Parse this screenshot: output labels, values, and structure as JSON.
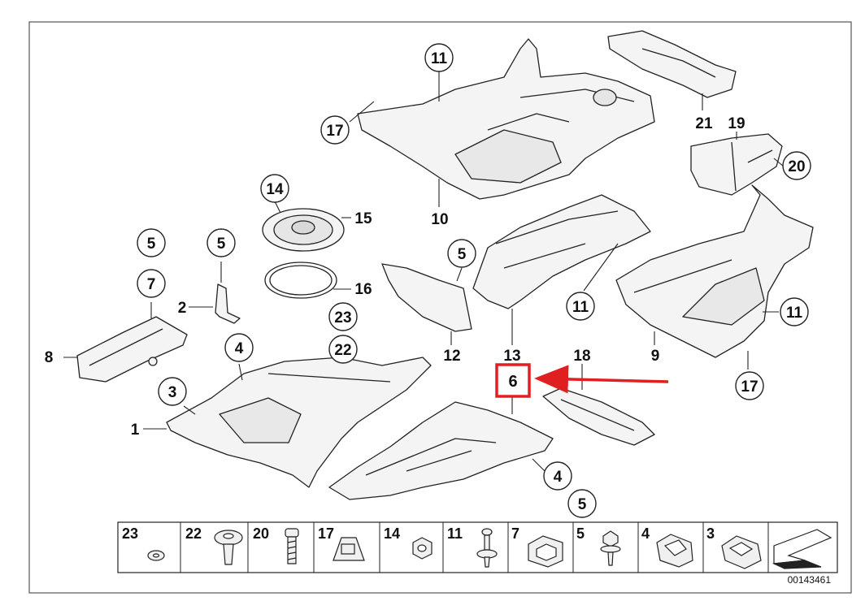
{
  "diagram": {
    "doc_number": "00143461",
    "callouts": {
      "c1": "1",
      "c2": "2",
      "c3": "3",
      "c4a": "4",
      "c4b": "4",
      "c5a": "5",
      "c5b": "5",
      "c5c": "5",
      "c5d": "5",
      "c6": "6",
      "c7": "7",
      "c8": "8",
      "c9": "9",
      "c10": "10",
      "c11a": "11",
      "c11b": "11",
      "c11c": "11",
      "c12": "12",
      "c13": "13",
      "c14": "14",
      "c15": "15",
      "c16": "16",
      "c17a": "17",
      "c17b": "17",
      "c18": "18",
      "c19": "19",
      "c20": "20",
      "c21": "21",
      "c22": "22",
      "c23": "23"
    },
    "legend": [
      {
        "num": "23",
        "icon": "washer-icon"
      },
      {
        "num": "22",
        "icon": "expanding-rivet-icon"
      },
      {
        "num": "20",
        "icon": "bolt-icon"
      },
      {
        "num": "17",
        "icon": "clip-nut-icon"
      },
      {
        "num": "14",
        "icon": "hex-nut-icon"
      },
      {
        "num": "11",
        "icon": "screw-icon"
      },
      {
        "num": "7",
        "icon": "spacer-clip-icon"
      },
      {
        "num": "5",
        "icon": "collar-screw-icon"
      },
      {
        "num": "4",
        "icon": "spring-clip-icon"
      },
      {
        "num": "3",
        "icon": "nut-clip-icon"
      }
    ],
    "highlight_color": "#e02020",
    "line_color": "#222222"
  }
}
